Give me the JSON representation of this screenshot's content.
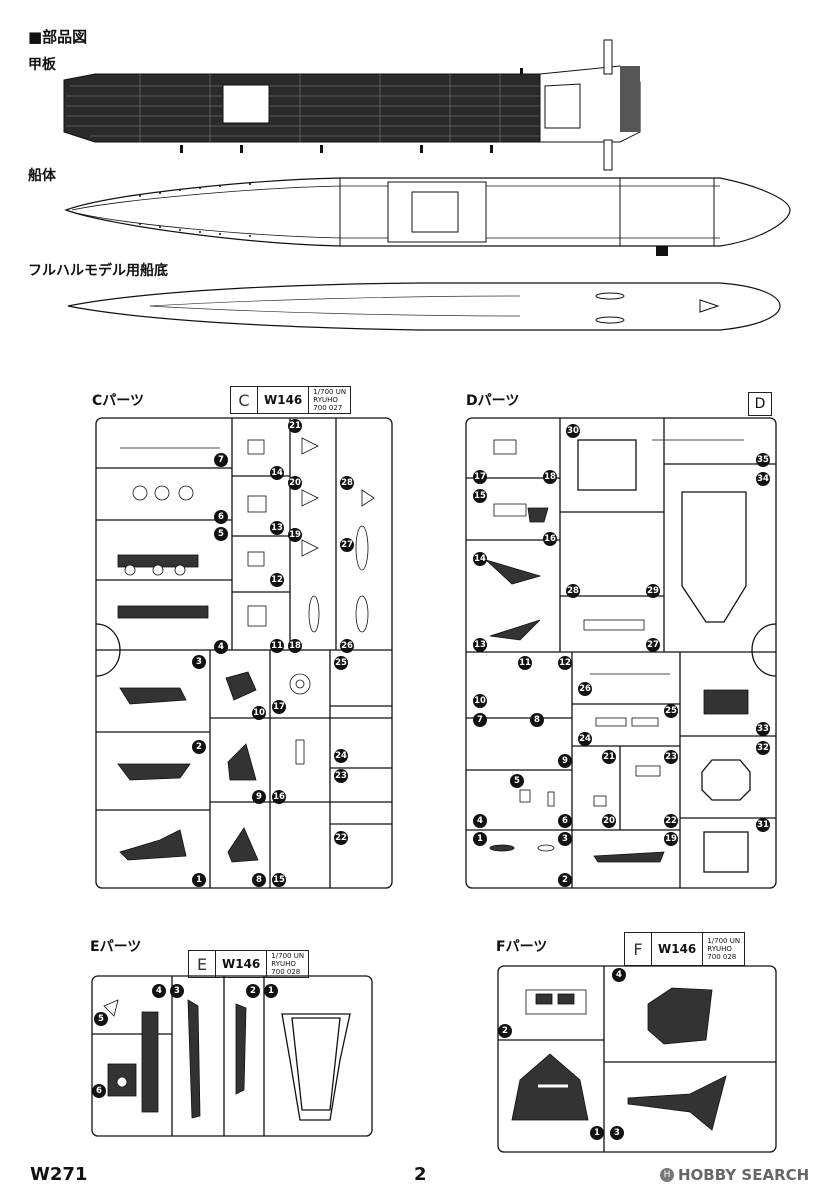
{
  "page": {
    "title": "■部品図",
    "deck_label": "甲板",
    "hull_label": "船体",
    "bottom_label": "フルハルモデル用船底",
    "page_code": "W271",
    "page_number": "2",
    "watermark": "HOBBY SEARCH"
  },
  "sprue_c": {
    "label": "Cパーツ",
    "letter": "C",
    "code": "W146",
    "info": [
      "1/700 UN",
      "RYUHO",
      "700 027"
    ],
    "numbers": [
      "7",
      "6",
      "5",
      "4",
      "3",
      "2",
      "1",
      "10",
      "9",
      "8",
      "17",
      "16",
      "15",
      "14",
      "13",
      "12",
      "11",
      "21",
      "20",
      "19",
      "18",
      "28",
      "27",
      "26",
      "25",
      "24",
      "23",
      "22"
    ]
  },
  "sprue_d": {
    "label": "Dパーツ",
    "letter": "D",
    "numbers": [
      "30",
      "17",
      "18",
      "15",
      "16",
      "14",
      "28",
      "29",
      "13",
      "27",
      "35",
      "34",
      "11",
      "12",
      "10",
      "26",
      "7",
      "8",
      "25",
      "9",
      "24",
      "33",
      "32",
      "5",
      "21",
      "23",
      "4",
      "6",
      "20",
      "22",
      "31",
      "1",
      "3",
      "19",
      "2"
    ]
  },
  "sprue_e": {
    "label": "Eパーツ",
    "letter": "E",
    "code": "W146",
    "info": [
      "1/700 UN",
      "RYUHO",
      "700 028"
    ],
    "numbers": [
      "4",
      "3",
      "2",
      "1",
      "5",
      "6"
    ]
  },
  "sprue_f": {
    "label": "Fパーツ",
    "letter": "F",
    "code": "W146",
    "info": [
      "1/700 UN",
      "RYUHO",
      "700 028"
    ],
    "numbers": [
      "4",
      "2",
      "1",
      "3"
    ]
  }
}
